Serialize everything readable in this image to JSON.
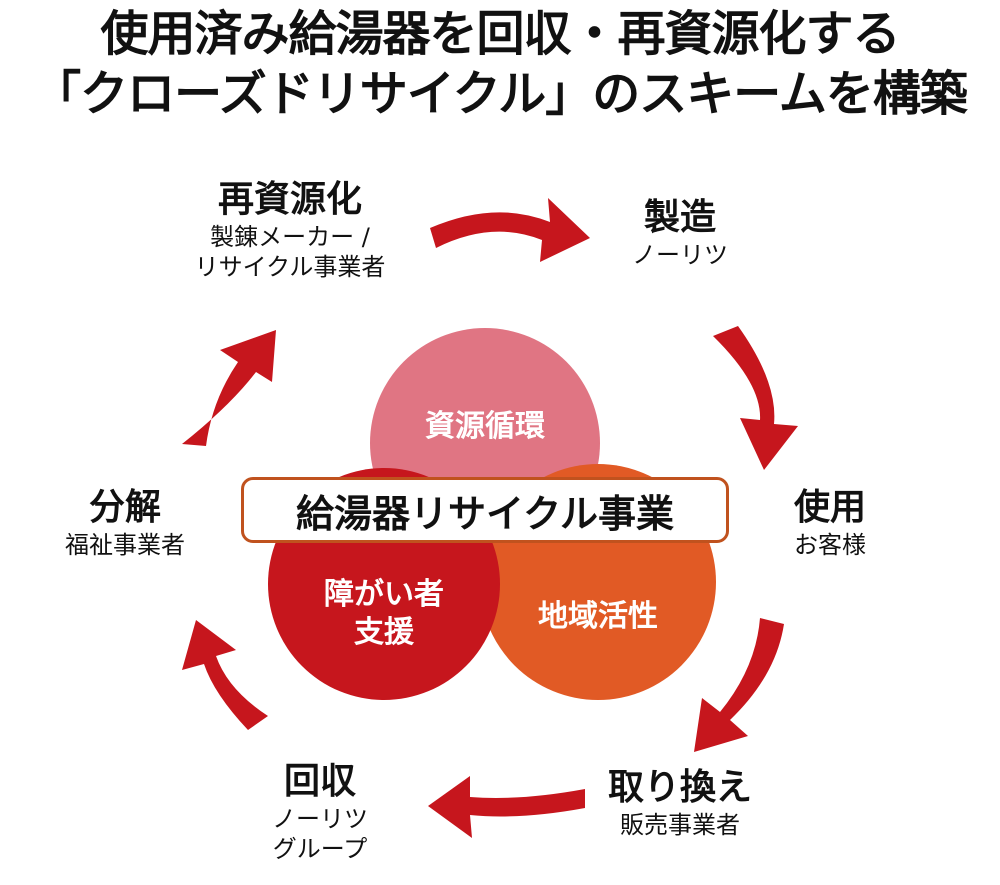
{
  "title": {
    "line1": "使用済み給湯器を回収・再資源化する",
    "line2": "「クローズドリサイクル」のスキームを構築"
  },
  "center": {
    "label": "給湯器リサイクル事業",
    "circles": {
      "top": "資源循環",
      "left_line1": "障がい者",
      "left_line2": "支援",
      "right": "地域活性"
    }
  },
  "cycle": {
    "recycle": {
      "head": "再資源化",
      "sub1": "製錬メーカー /",
      "sub2": "リサイクル事業者"
    },
    "manufacture": {
      "head": "製造",
      "sub1": "ノーリツ"
    },
    "use": {
      "head": "使用",
      "sub1": "お客様"
    },
    "replace": {
      "head": "取り換え",
      "sub1": "販売事業者"
    },
    "collect": {
      "head": "回収",
      "sub1": "ノーリツ",
      "sub2": "グループ"
    },
    "disassemble": {
      "head": "分解",
      "sub1": "福祉事業者"
    }
  },
  "colors": {
    "arrow": "#c6161d",
    "circle_top": "#e07583",
    "circle_left": "#c6161d",
    "circle_right": "#e15a25",
    "label_border": "#c0521e"
  }
}
